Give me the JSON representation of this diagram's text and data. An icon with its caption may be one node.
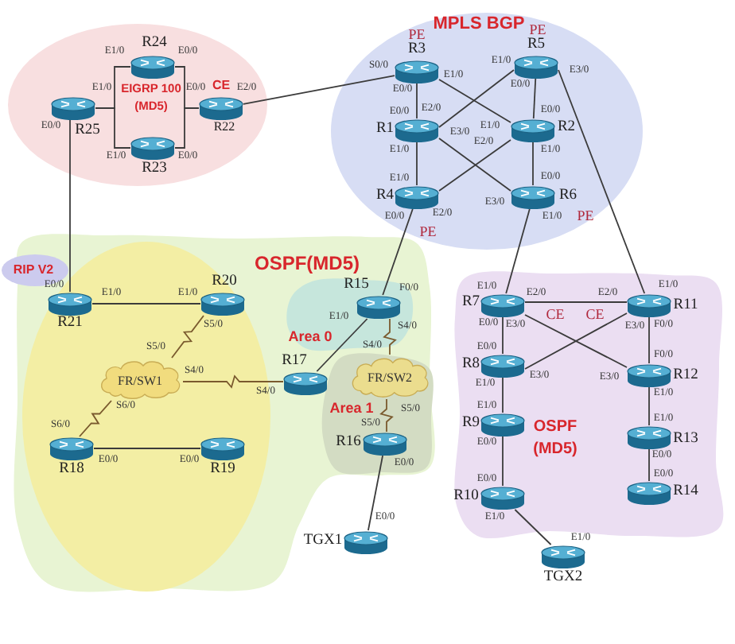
{
  "diagram": {
    "nodes": [
      {
        "text": [
          "EIGRP 100 (MD5)"
        ]
      },
      {
        "text": [
          "R24"
        ],
        "in": 0,
        "beside": [
          "E1/0",
          "E0/0"
        ]
      },
      {
        "text": [
          "R25"
        ],
        "in": 0,
        "beside": [
          "E1/0",
          "E0/0"
        ]
      },
      {
        "text": [
          "R23"
        ],
        "in": 0,
        "beside": [
          "E1/0",
          "E0/0"
        ]
      },
      {
        "text": [
          "R22"
        ],
        "in": 0,
        "beside": [
          "E0/0",
          "CE",
          "E2/0"
        ]
      },
      {
        "text": [
          "MPLS BGP"
        ]
      },
      {
        "text": [
          "R3"
        ],
        "in": 5,
        "beside": [
          "PE",
          "S0/0",
          "E1/0",
          "E0/0"
        ]
      },
      {
        "text": [
          "R5"
        ],
        "in": 5,
        "beside": [
          "PE",
          "E1/0",
          "E0/0",
          "E3/0"
        ]
      },
      {
        "text": [
          "R1"
        ],
        "in": 5,
        "beside": [
          "E0/0",
          "E2/0",
          "E3/0",
          "E1/0"
        ]
      },
      {
        "text": [
          "R2"
        ],
        "in": 5,
        "beside": [
          "E0/0",
          "E1/0",
          "E2/0",
          "E1/0"
        ]
      },
      {
        "text": [
          "R4"
        ],
        "in": 5,
        "beside": [
          "E1/0",
          "E0/0",
          "E2/0",
          "PE"
        ]
      },
      {
        "text": [
          "R6"
        ],
        "in": 5,
        "beside": [
          "E0/0",
          "E3/0",
          "E1/0",
          "PE"
        ]
      },
      {
        "text": [
          "RIP V2"
        ]
      },
      {
        "text": [
          "OSPF(MD5)"
        ]
      },
      {
        "text": [],
        "shape": "ellipse",
        "in": 13
      },
      {
        "text": [
          "R21"
        ],
        "in": 14,
        "beside": [
          "E0/0",
          "E1/0"
        ]
      },
      {
        "text": [
          "R20"
        ],
        "in": 14,
        "beside": [
          "E1/0",
          "S5/0"
        ]
      },
      {
        "text": [
          "FR/SW1"
        ],
        "in": 14,
        "beside": [
          "S5/0",
          "S4/0",
          "S6/0"
        ]
      },
      {
        "text": [
          "R18"
        ],
        "in": 14,
        "beside": [
          "S6/0",
          "E0/0"
        ]
      },
      {
        "text": [
          "R19"
        ],
        "in": 14,
        "beside": [
          "E0/0"
        ]
      },
      {
        "text": [
          "R17"
        ],
        "in": 13,
        "beside": [
          "S4/0"
        ]
      },
      {
        "text": [
          "Area 0"
        ],
        "in": 13
      },
      {
        "text": [
          "R15"
        ],
        "in": 21,
        "beside": [
          "F0/0",
          "E1/0",
          "S4/0"
        ]
      },
      {
        "text": [
          "Area 1"
        ],
        "in": 13
      },
      {
        "text": [
          "FR/SW2"
        ],
        "in": 23,
        "beside": [
          "S4/0",
          "S5/0"
        ]
      },
      {
        "text": [
          "R16"
        ],
        "in": 23,
        "beside": [
          "S5/0",
          "E0/0"
        ]
      },
      {
        "text": [
          "TGX1"
        ],
        "beside": [
          "E0/0"
        ]
      },
      {
        "text": [
          "OSPF (MD5)"
        ]
      },
      {
        "text": [
          "R7"
        ],
        "in": 27,
        "beside": [
          "E1/0",
          "E2/0",
          "E0/0",
          "E3/0",
          "CE"
        ]
      },
      {
        "text": [
          "R11"
        ],
        "in": 27,
        "beside": [
          "E1/0",
          "E2/0",
          "CE",
          "E3/0",
          "F0/0"
        ]
      },
      {
        "text": [
          "R8"
        ],
        "in": 27,
        "beside": [
          "E0/0",
          "E3/0",
          "E1/0"
        ]
      },
      {
        "text": [
          "R12"
        ],
        "in": 27,
        "beside": [
          "F0/0",
          "E3/0",
          "E1/0"
        ]
      },
      {
        "text": [
          "R9"
        ],
        "in": 27,
        "beside": [
          "E1/0",
          "E0/0"
        ]
      },
      {
        "text": [
          "R13"
        ],
        "in": 27,
        "beside": [
          "E1/0",
          "E0/0"
        ]
      },
      {
        "text": [
          "R10"
        ],
        "in": 27,
        "beside": [
          "E0/0",
          "E1/0"
        ]
      },
      {
        "text": [
          "R14"
        ],
        "in": 27,
        "beside": [
          "E0/0"
        ]
      },
      {
        "text": [
          "TGX2"
        ],
        "beside": [
          "E1/0"
        ]
      }
    ],
    "edges": [
      {
        "from": 2,
        "to": 1,
        "arrow": "none"
      },
      {
        "from": 2,
        "to": 3,
        "arrow": "none"
      },
      {
        "from": 1,
        "to": 4,
        "arrow": "none"
      },
      {
        "from": 3,
        "to": 4,
        "arrow": "none"
      },
      {
        "from": 4,
        "to": 6,
        "arrow": "none"
      },
      {
        "from": 2,
        "to": 15,
        "arrow": "none"
      },
      {
        "from": 6,
        "to": 8,
        "arrow": "none"
      },
      {
        "from": 6,
        "to": 9,
        "arrow": "none"
      },
      {
        "from": 7,
        "to": 8,
        "arrow": "none"
      },
      {
        "from": 7,
        "to": 9,
        "arrow": "none"
      },
      {
        "from": 7,
        "to": 29,
        "arrow": "none"
      },
      {
        "from": 8,
        "to": 10,
        "arrow": "none"
      },
      {
        "from": 8,
        "to": 11,
        "arrow": "none"
      },
      {
        "from": 9,
        "to": 10,
        "arrow": "none"
      },
      {
        "from": 9,
        "to": 11,
        "arrow": "none"
      },
      {
        "from": 10,
        "to": 22,
        "arrow": "none"
      },
      {
        "from": 11,
        "to": 28,
        "arrow": "none"
      },
      {
        "from": 15,
        "to": 16,
        "arrow": "none"
      },
      {
        "from": 16,
        "to": 17,
        "arrow": "none",
        "color": "#7a5a2e"
      },
      {
        "from": 17,
        "to": 20,
        "arrow": "none",
        "color": "#7a5a2e"
      },
      {
        "from": 17,
        "to": 18,
        "arrow": "none",
        "color": "#7a5a2e"
      },
      {
        "from": 18,
        "to": 19,
        "arrow": "none"
      },
      {
        "from": 20,
        "to": 22,
        "arrow": "none"
      },
      {
        "from": 22,
        "to": 24,
        "arrow": "none",
        "color": "#7a5a2e"
      },
      {
        "from": 24,
        "to": 25,
        "arrow": "none",
        "color": "#7a5a2e"
      },
      {
        "from": 25,
        "to": 26,
        "arrow": "none"
      },
      {
        "from": 28,
        "to": 29,
        "arrow": "none"
      },
      {
        "from": 28,
        "to": 31,
        "arrow": "none"
      },
      {
        "from": 29,
        "to": 30,
        "arrow": "none"
      },
      {
        "from": 28,
        "to": 30,
        "arrow": "none"
      },
      {
        "from": 29,
        "to": 31,
        "arrow": "none"
      },
      {
        "from": 30,
        "to": 32,
        "arrow": "none"
      },
      {
        "from": 32,
        "to": 34,
        "arrow": "none"
      },
      {
        "from": 31,
        "to": 33,
        "arrow": "none"
      },
      {
        "from": 33,
        "to": 35,
        "arrow": "none"
      },
      {
        "from": 34,
        "to": 36,
        "arrow": "none"
      }
    ]
  }
}
